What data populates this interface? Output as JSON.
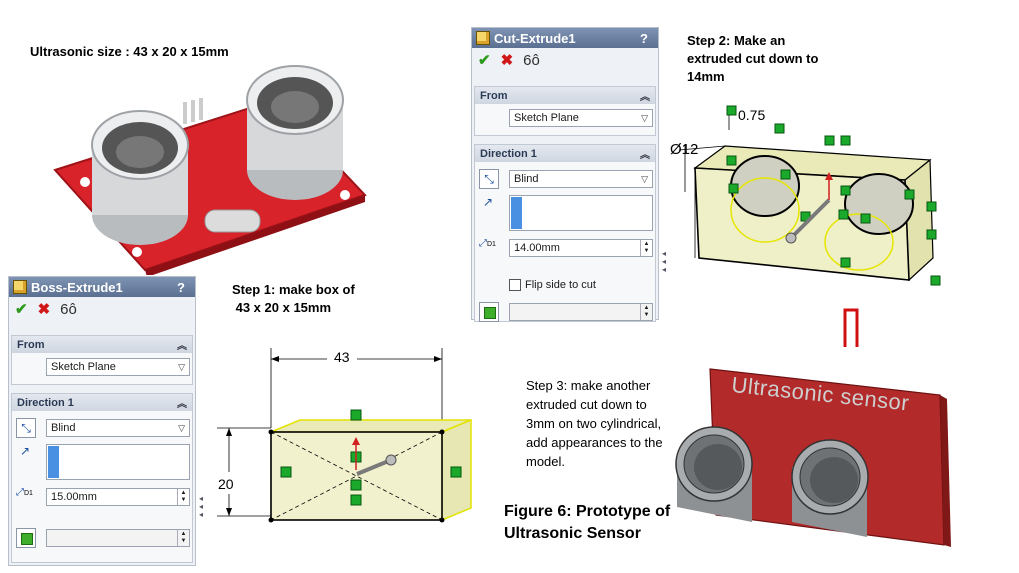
{
  "captions": {
    "ultrasonic_size": "Ultrasonic size : 43 x 20 x 15mm",
    "step1": "Step 1: make box of\n 43 x 20 x 15mm",
    "step2": "Step 2: Make an\nextruded cut down to\n14mm",
    "step3": "Step 3: make another\nextruded cut down to\n3mm on two cylindrical,\nadd appearances to the\nmodel.",
    "figure": "Figure 6: Prototype of\nUltrasonic Sensor"
  },
  "boss_panel": {
    "title": "Boss-Extrude1",
    "help": "?",
    "from_label": "From",
    "from_value": "Sketch Plane",
    "direction_label": "Direction 1",
    "end_condition": "Blind",
    "depth": "15.00mm",
    "depth_tag": "D1"
  },
  "cut_panel": {
    "title": "Cut-Extrude1",
    "help": "?",
    "from_label": "From",
    "from_value": "Sketch Plane",
    "direction_label": "Direction 1",
    "end_condition": "Blind",
    "depth": "14.00mm",
    "depth_tag": "D1",
    "flip_label": "Flip side to cut"
  },
  "sketch1": {
    "width_dim": "43",
    "height_dim": "20"
  },
  "sketch2": {
    "dia_dim": "Ø12",
    "offset_dim": "0.75"
  },
  "render": {
    "board_text": "Ultrasonic sensor",
    "board_color": "#b22a2a"
  },
  "photo": {
    "board_color": "#d8232a"
  },
  "icons": {
    "ok": "check-icon",
    "cancel": "x-icon",
    "preview": "glasses-icon"
  }
}
